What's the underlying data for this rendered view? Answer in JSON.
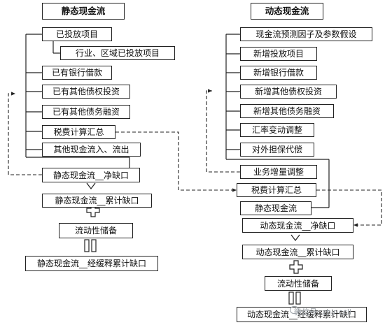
{
  "static": {
    "title": "静态现金流",
    "items": [
      "已投放项目",
      "行业、区域已投放项目",
      "已有银行借款",
      "已有其他债权投资",
      "已有其他债务融资",
      "税费计算汇总",
      "其他现金流入、流出"
    ],
    "net_gap": "静态现金流__净缺口",
    "cum_gap": "静态现金流__累计缺口",
    "liquidity": "流动性储备",
    "buffer_gap": "静态现金流__经缓释累计缺口"
  },
  "dynamic": {
    "title": "动态现金流",
    "items": [
      "现金流预测因子及参数假设",
      "新增投放项目",
      "新增银行借款",
      "新增其他债权投资",
      "新增其他债务融资",
      "汇率变动调整",
      "对外担保代偿"
    ],
    "business_adj": "业务增量调整",
    "tax_summary": "税费计算汇总",
    "static_cf": "静态现金流",
    "net_gap": "动态现金流__净缺口",
    "cum_gap": "动态现金流__累计缺口",
    "liquidity": "流动性储备",
    "buffer_gap": "动态现金流__经缓释累计缺口"
  },
  "symbols": {
    "plus": "plus-icon",
    "equals": "equals-icon",
    "arrow": "hollow-arrow-icon"
  },
  "watermark": {
    "text": "微信号: zhjr-ccli",
    "icon": "wechat-icon"
  }
}
